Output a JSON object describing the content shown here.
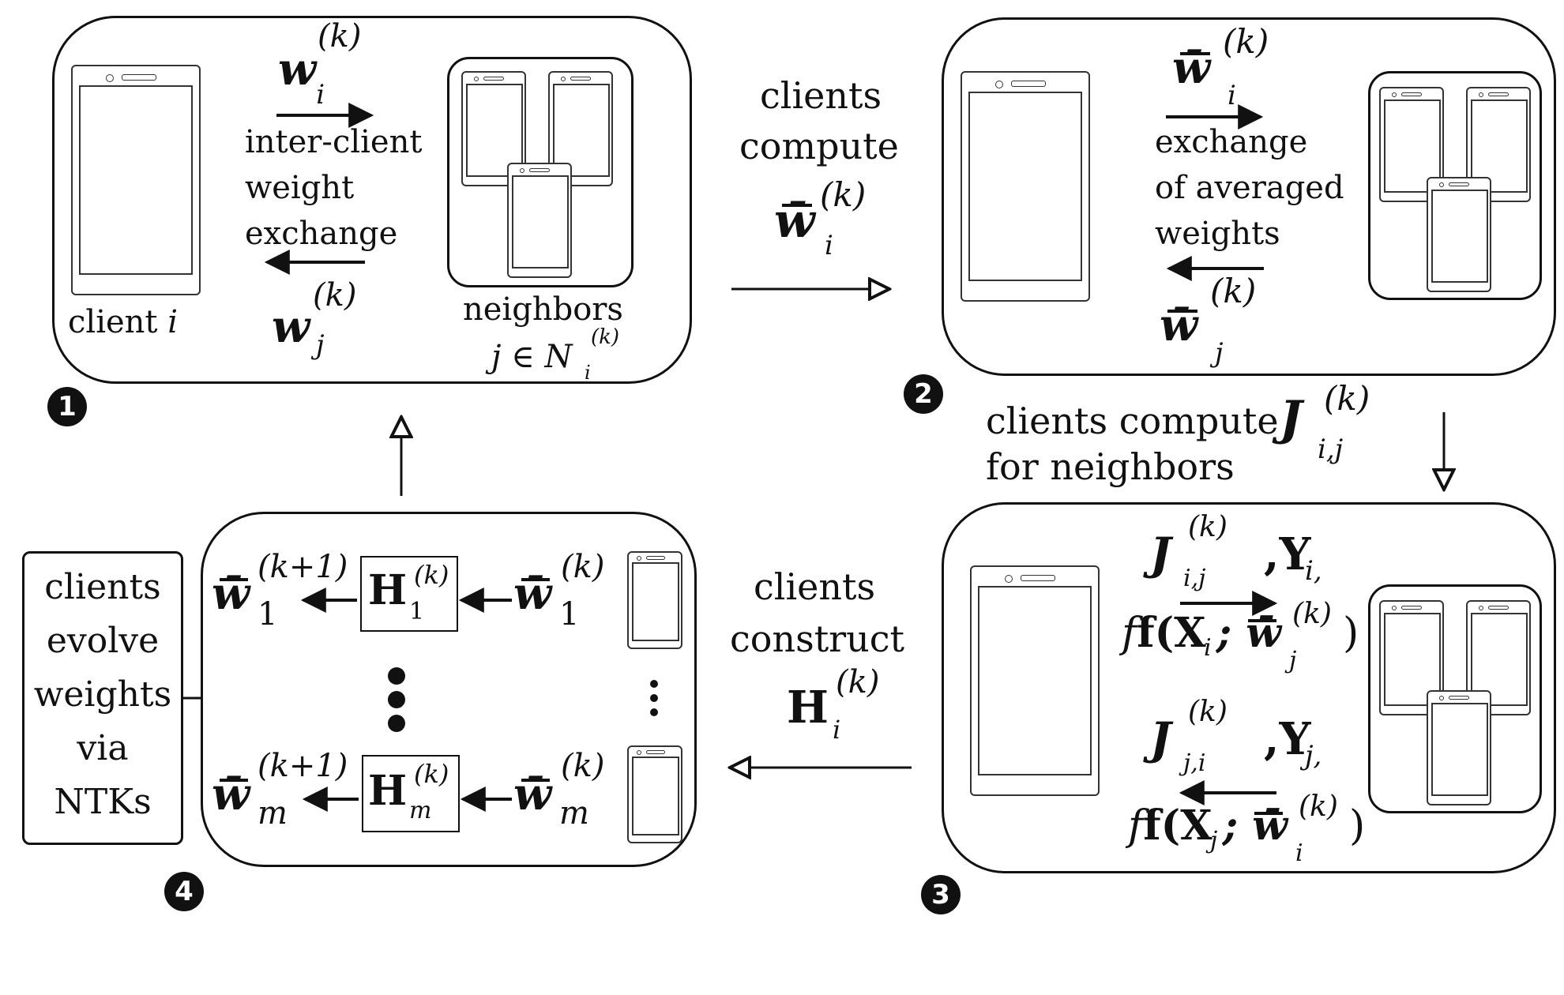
{
  "step_markers": [
    "1",
    "2",
    "3",
    "4"
  ],
  "panel1": {
    "w": "w",
    "i": "i",
    "k": "(k)",
    "j": "j",
    "desc": [
      "inter-client",
      "weight",
      "exchange"
    ],
    "client": "client",
    "neighbors": "neighbors",
    "membership": "j ∈ N",
    "membership_sub": "i",
    "membership_sup": "(k)"
  },
  "arrow_1_2": {
    "lines": [
      "clients",
      "compute"
    ],
    "w": "w̄",
    "sub": "i",
    "sup": "(k)"
  },
  "panel2": {
    "w": "w̄",
    "sub_top": "i",
    "sub_bottom": "j",
    "sup": "(k)",
    "desc": [
      "exchange",
      "of averaged",
      "weights"
    ]
  },
  "arrow_2_3": {
    "line1": "clients compute",
    "J": "J",
    "sub": "i,j",
    "sup": "(k)",
    "line2": "for neighbors"
  },
  "panel3": {
    "top_J": "J",
    "top_J_sub": "i,j",
    "top_J_sup": "(k)",
    "top_Y": "Y",
    "top_Y_sub": "i",
    "top_f": "f(X",
    "top_f_sub": "i",
    "top_w": "; w̄",
    "top_w_sub": "j",
    "top_w_sup": "(k)",
    "bot_J": "J",
    "bot_J_sub": "j,i",
    "bot_J_sup": "(k)",
    "bot_Y": "Y",
    "bot_Y_sub": "j",
    "bot_f": "f(X",
    "bot_f_sub": "j",
    "bot_w": "; w̄",
    "bot_w_sub": "i",
    "bot_w_sup": "(k)"
  },
  "arrow_3_4": {
    "lines": [
      "clients",
      "construct"
    ],
    "H": "H",
    "sub": "i",
    "sup": "(k)"
  },
  "panel4": {
    "w": "w̄",
    "sub_top": "1",
    "sub_bottom": "m",
    "sup_next": "(k+1)",
    "sup": "(k)",
    "H": "H",
    "H_sup": "(k)"
  },
  "side_box": [
    "clients",
    "evolve",
    "weights",
    "via",
    "NTKs"
  ]
}
